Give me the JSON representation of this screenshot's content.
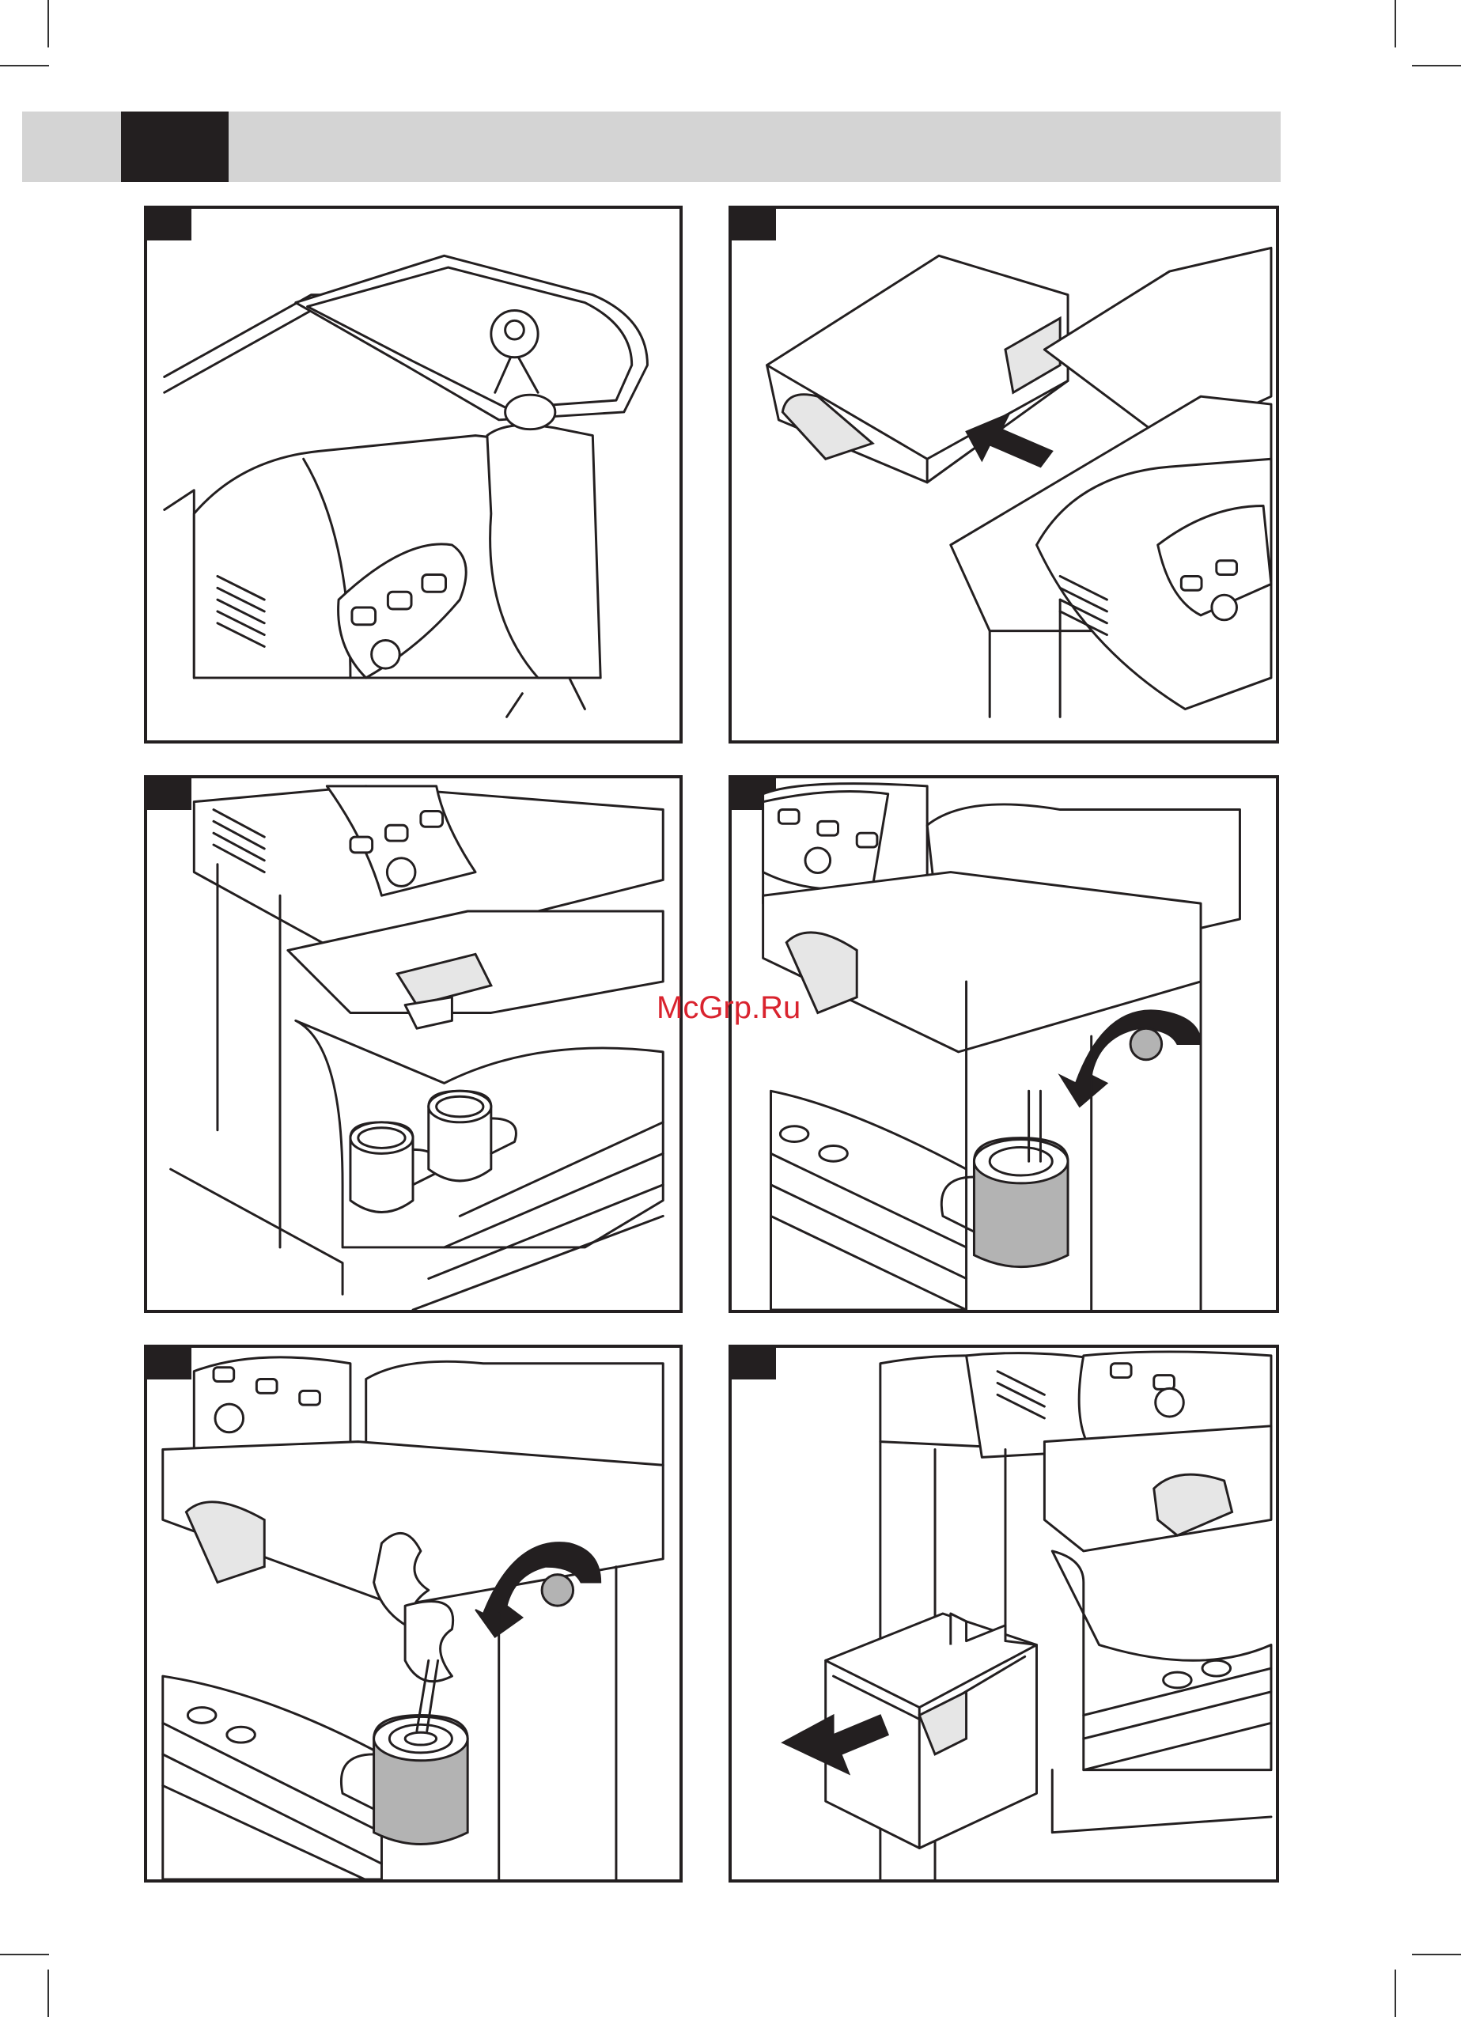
{
  "header": {
    "band_color": "#d4d4d4",
    "block_color": "#231f20"
  },
  "watermark": {
    "text": "McGrp.Ru",
    "color": "#d9232e"
  },
  "panels": [
    {
      "id": 1,
      "depicts": "open-water-tank-lid-icon"
    },
    {
      "id": 2,
      "depicts": "insert-water-tank-arrow-icon"
    },
    {
      "id": 3,
      "depicts": "two-cups-under-dispenser-icon"
    },
    {
      "id": 4,
      "depicts": "steam-knob-turn-icon"
    },
    {
      "id": 5,
      "depicts": "steam-frothing-milk-icon"
    },
    {
      "id": 6,
      "depicts": "remove-grounds-drawer-icon"
    }
  ]
}
